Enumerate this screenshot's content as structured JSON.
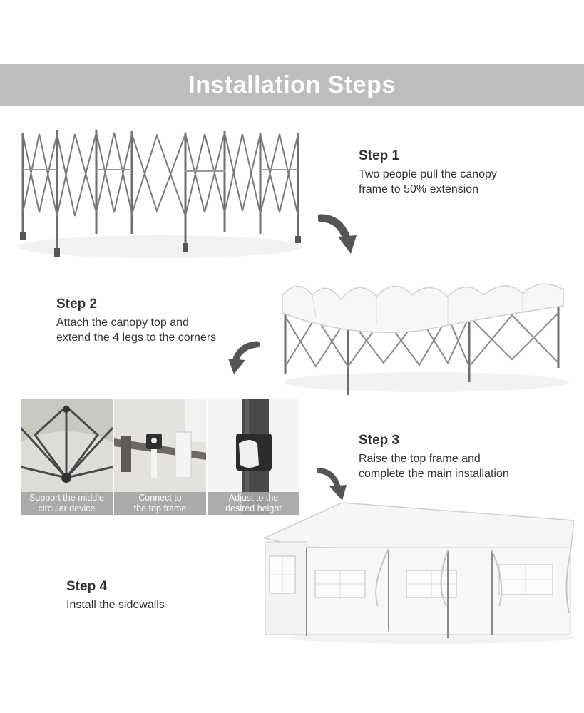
{
  "header": {
    "title": "Installation Steps"
  },
  "steps": [
    {
      "title": "Step 1",
      "lines": [
        "Two people pull the canopy",
        "frame to 50% extension"
      ]
    },
    {
      "title": "Step 2",
      "lines": [
        "Attach the canopy top and",
        "extend the 4 legs to the corners"
      ]
    },
    {
      "title": "Step 3",
      "lines": [
        "Raise the top frame and",
        "complete the main installation"
      ]
    },
    {
      "title": "Step 4",
      "lines": [
        "Install the sidewalls"
      ]
    }
  ],
  "details": [
    {
      "caption_lines": [
        "Support the middle",
        "circular device"
      ]
    },
    {
      "caption_lines": [
        "Connect to",
        "the top frame"
      ]
    },
    {
      "caption_lines": [
        "Adjust to the",
        "desired height"
      ]
    }
  ],
  "colors": {
    "banner": "#bdbdbd",
    "frame": "#6e6e6e",
    "arrow": "#555555",
    "caption_bg": "#a5a5a5",
    "text": "#333333"
  },
  "icons": [
    "curved-arrow-icon"
  ]
}
